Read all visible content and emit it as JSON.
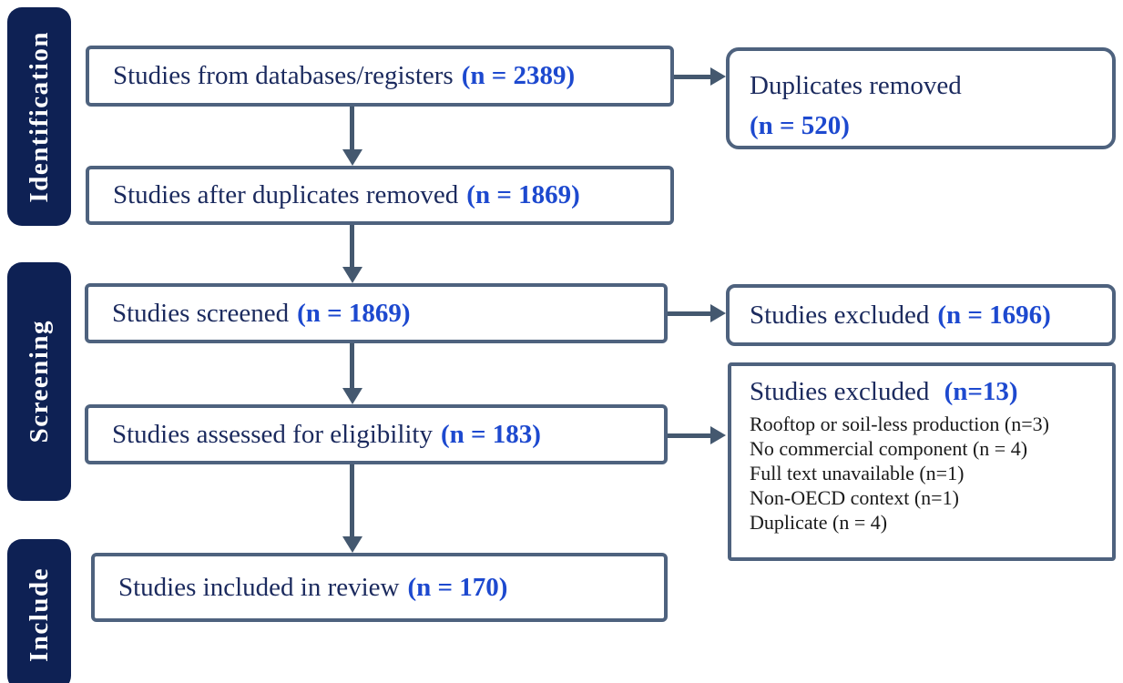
{
  "diagram": {
    "kind": "prisma-flow",
    "stages": [
      {
        "label": "Identification"
      },
      {
        "label": "Screening"
      },
      {
        "label": "Include"
      }
    ],
    "main_boxes": [
      {
        "text": "Studies from databases/registers",
        "count": "(n = 2389)"
      },
      {
        "text": "Studies after duplicates removed",
        "count": "(n = 1869)"
      },
      {
        "text": "Studies screened",
        "count": "(n = 1869)"
      },
      {
        "text": "Studies assessed for eligibility",
        "count": "(n = 183)"
      },
      {
        "text": "Studies included in review",
        "count": "(n = 170)"
      }
    ],
    "side_boxes": [
      {
        "text": "Duplicates removed",
        "count": "(n = 520)"
      },
      {
        "text": "Studies excluded",
        "count": "(n = 1696)"
      },
      {
        "text": "Studies excluded",
        "count": "(n=13)",
        "reasons": [
          "Rooftop or soil-less production (n=3)",
          "No commercial component (n = 4)",
          "Full text unavailable (n=1)",
          "Non-OECD context (n=1)",
          "Duplicate (n = 4)"
        ]
      }
    ],
    "colors": {
      "stage_fill": "#0e2154",
      "box_border": "#4e627e",
      "text_navy": "#1b2a5e",
      "count_blue": "#1d49cf",
      "arrow": "#44586f",
      "reason_text": "#1a1a1a"
    }
  }
}
